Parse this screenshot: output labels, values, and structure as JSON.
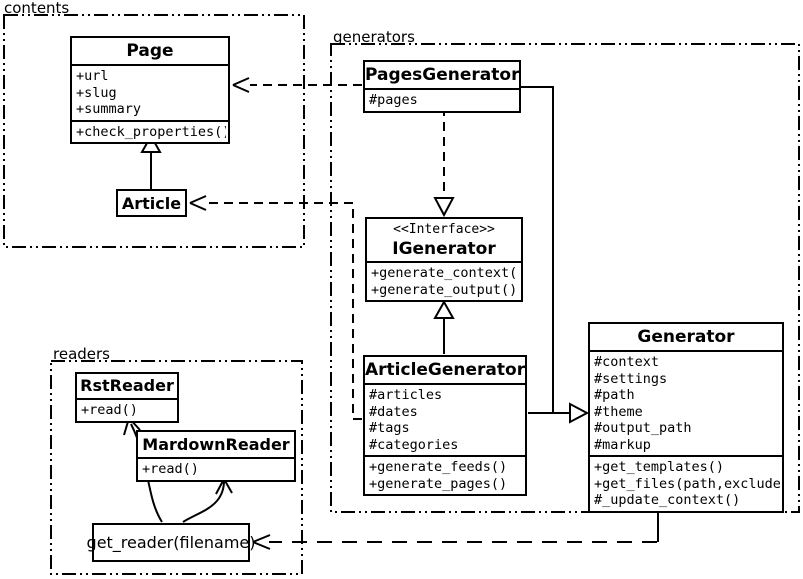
{
  "diagram": {
    "kind": "uml-class-diagram",
    "colors": {
      "line": "#000000",
      "background": "#ffffff",
      "box_fill": "#ffffff"
    },
    "packages": [
      {
        "id": "contents",
        "label": "contents"
      },
      {
        "id": "generators",
        "label": "generators"
      },
      {
        "id": "readers",
        "label": "readers"
      }
    ],
    "classes": {
      "page": {
        "title": "Page",
        "attributes": [
          "+url",
          "+slug",
          "+summary"
        ],
        "methods": [
          "+check_properties()"
        ]
      },
      "article": {
        "title": "Article"
      },
      "pages_generator": {
        "title": "PagesGenerator",
        "attributes": [
          "#pages"
        ]
      },
      "igenerator": {
        "stereotype": "<<Interface>>",
        "title": "IGenerator",
        "methods": [
          "+generate_context()",
          "+generate_output()"
        ]
      },
      "article_generator": {
        "title": "ArticleGenerator",
        "attributes": [
          "#articles",
          "#dates",
          "#tags",
          "#categories"
        ],
        "methods": [
          "+generate_feeds()",
          "+generate_pages()"
        ]
      },
      "generator": {
        "title": "Generator",
        "attributes": [
          "#context",
          "#settings",
          "#path",
          "#theme",
          "#output_path",
          "#markup"
        ],
        "methods": [
          "+get_templates()",
          "+get_files(path,exclude)",
          "#_update_context()"
        ]
      },
      "rst_reader": {
        "title": "RstReader",
        "methods": [
          "+read()"
        ]
      },
      "mardown_reader": {
        "title": "MardownReader",
        "methods": [
          "+read()"
        ]
      },
      "get_reader": {
        "title": "get_reader(filename)"
      }
    },
    "relations": [
      {
        "from": "Article",
        "to": "Page",
        "type": "generalization",
        "line": "solid",
        "head": "hollow-triangle"
      },
      {
        "from": "PagesGenerator",
        "to": "Page",
        "type": "dependency",
        "line": "dashed",
        "head": "open-arrow"
      },
      {
        "from": "ArticleGenerator",
        "to": "Article",
        "type": "dependency",
        "line": "dashed",
        "head": "open-arrow"
      },
      {
        "from": "PagesGenerator",
        "to": "IGenerator",
        "type": "realization",
        "line": "dashed",
        "head": "hollow-triangle"
      },
      {
        "from": "ArticleGenerator",
        "to": "IGenerator",
        "type": "generalization",
        "line": "solid",
        "head": "hollow-triangle"
      },
      {
        "from": "PagesGenerator",
        "to": "Generator",
        "type": "generalization",
        "line": "solid",
        "head": "hollow-triangle"
      },
      {
        "from": "ArticleGenerator",
        "to": "Generator",
        "type": "generalization",
        "line": "solid",
        "head": "hollow-triangle"
      },
      {
        "from": "Generator",
        "to": "get_reader(filename)",
        "type": "dependency",
        "line": "dashed",
        "head": "open-arrow"
      },
      {
        "from": "get_reader(filename)",
        "to": "RstReader",
        "type": "arrow",
        "line": "curved",
        "head": "open-arrow"
      },
      {
        "from": "get_reader(filename)",
        "to": "MardownReader",
        "type": "arrow",
        "line": "curved",
        "head": "open-arrow"
      }
    ]
  }
}
